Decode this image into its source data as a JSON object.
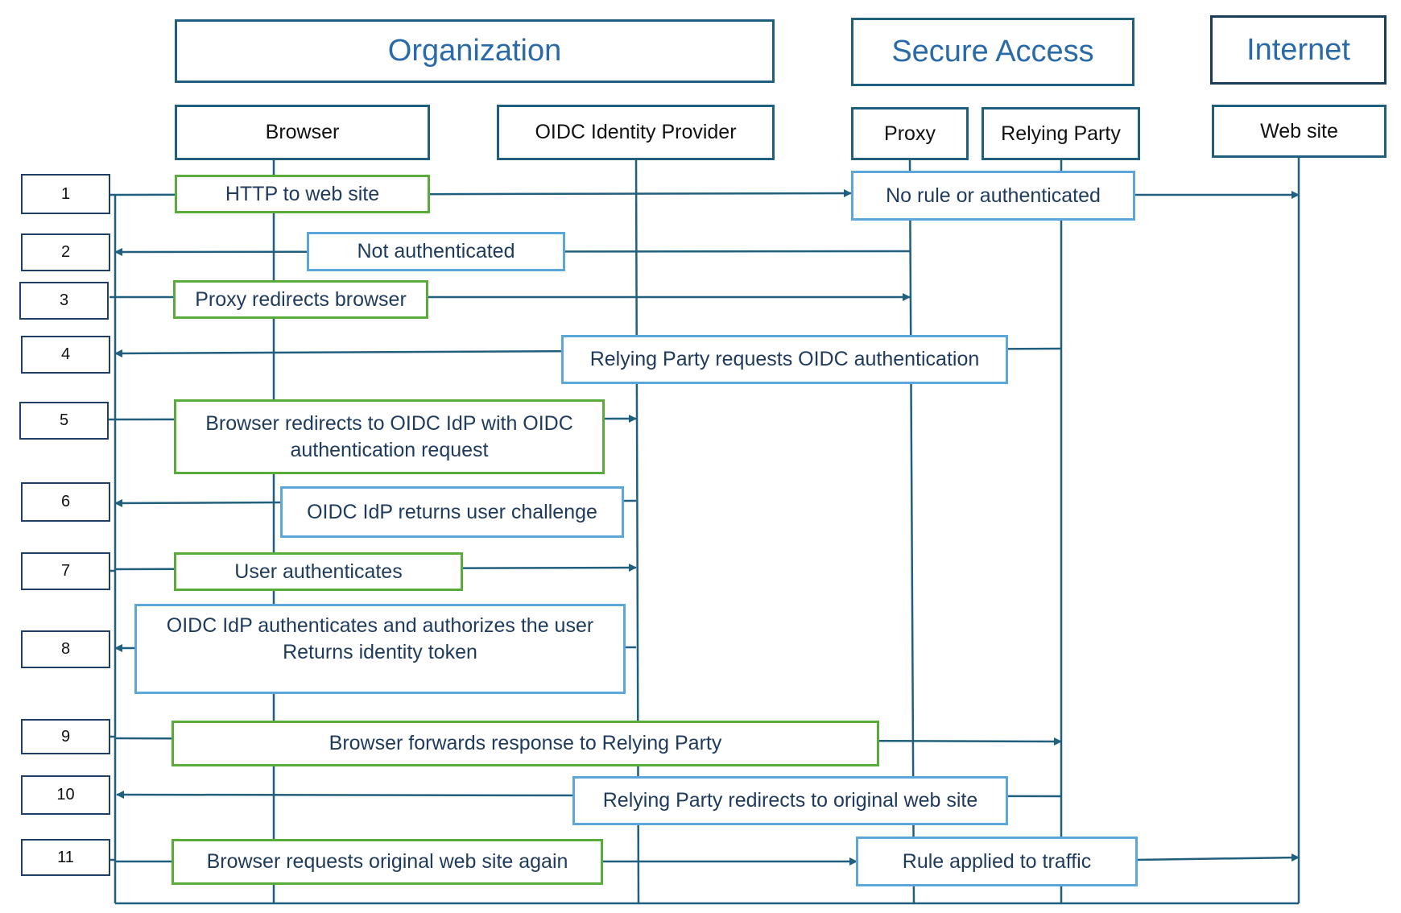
{
  "groups": {
    "organization": "Organization",
    "secure_access": "Secure Access",
    "internet": "Internet"
  },
  "actors": {
    "browser": "Browser",
    "oidc_idp": "OIDC Identity Provider",
    "proxy": "Proxy",
    "relying_party": "Relying Party",
    "web_site": "Web site"
  },
  "steps": [
    "1",
    "2",
    "3",
    "4",
    "5",
    "6",
    "7",
    "8",
    "9",
    "10",
    "11"
  ],
  "messages": {
    "m1": "HTTP to web site",
    "m1b": "No rule or authenticated",
    "m2": "Not authenticated",
    "m3": "Proxy redirects browser",
    "m4": "Relying Party requests OIDC authentication",
    "m5_line1": "Browser redirects to OIDC IdP with OIDC",
    "m5_line2": "authentication request",
    "m6": "OIDC IdP returns user challenge",
    "m7": "User authenticates",
    "m8_line1": "OIDC IdP authenticates and authorizes the user",
    "m8_line2": "Returns identity token",
    "m9": "Browser forwards response to Relying Party",
    "m10": "Relying Party redirects to original web site",
    "m11": "Browser requests original web site again",
    "m11b": "Rule applied to traffic"
  },
  "colors": {
    "line": "#215f7f",
    "green_border": "#5aac3a",
    "blue_border": "#5ba7da",
    "group_text": "#2a6aa8"
  }
}
